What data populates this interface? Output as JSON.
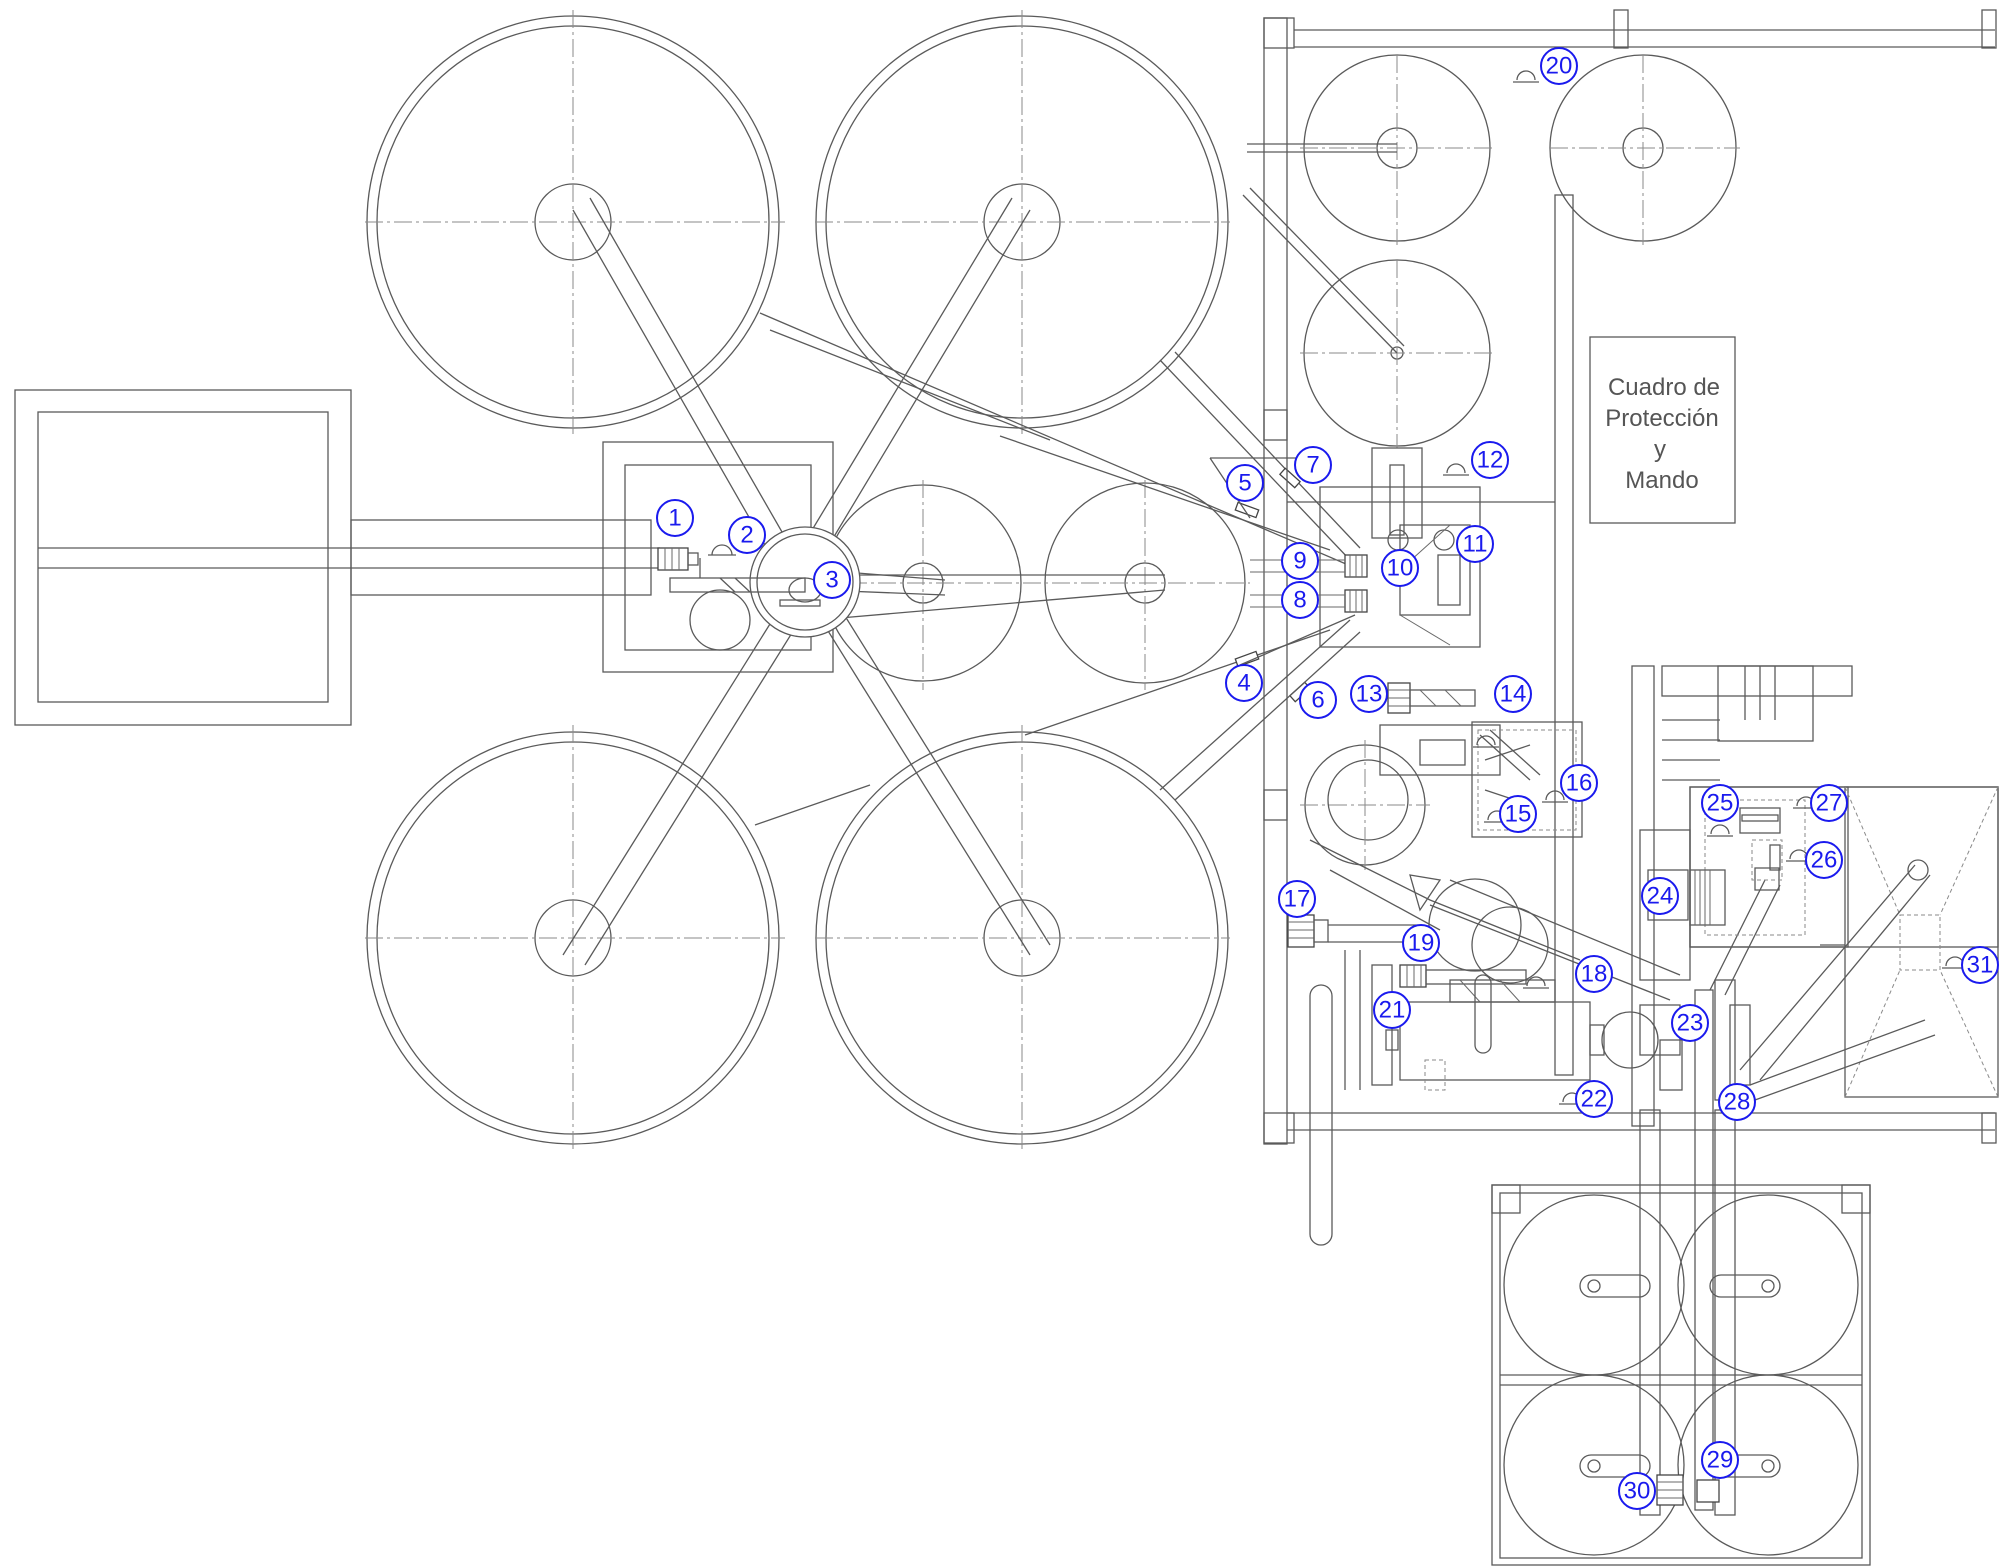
{
  "panel": {
    "lines": [
      "Cuadro de",
      "Protección",
      "y",
      "Mando"
    ]
  },
  "callouts": [
    "1",
    "2",
    "3",
    "4",
    "5",
    "6",
    "7",
    "8",
    "9",
    "10",
    "11",
    "12",
    "13",
    "14",
    "15",
    "16",
    "17",
    "18",
    "19",
    "20",
    "21",
    "22",
    "23",
    "24",
    "25",
    "26",
    "27",
    "28",
    "29",
    "30",
    "31"
  ],
  "colors": {
    "drawing": "#5a5a5a",
    "callout": "#1a1aee"
  }
}
